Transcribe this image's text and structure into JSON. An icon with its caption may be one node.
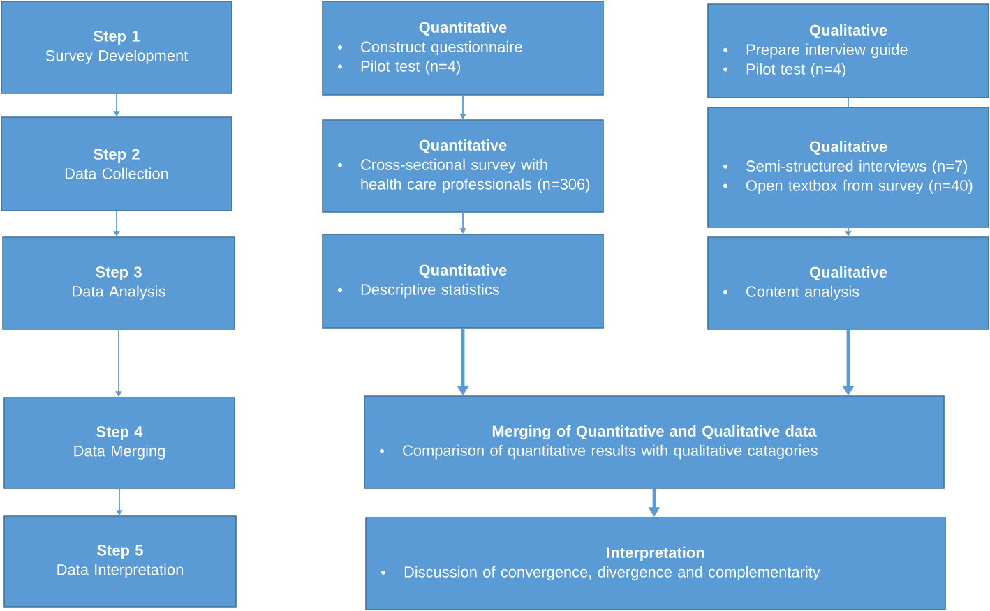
{
  "diagram": {
    "nodes": [
      {
        "text": [
          "Step 1",
          "Survey Development"
        ]
      },
      {
        "text": [
          "Quantitative",
          "Construct questionnaire",
          "Pilot test (n=4)"
        ]
      },
      {
        "text": [
          "Qualitative",
          "Prepare interview guide",
          "Pilot test (n=4)"
        ]
      },
      {
        "text": [
          "Step 2",
          "Data Collection"
        ]
      },
      {
        "text": [
          "Quantitative",
          "Cross-sectional survey with health care professionals (n=306)"
        ]
      },
      {
        "text": [
          "Qualitative",
          "Semi-structured interviews (n=7)",
          "Open textbox from survey (n=40)"
        ]
      },
      {
        "text": [
          "Step 3",
          "Data Analysis"
        ]
      },
      {
        "text": [
          "Quantitative",
          "Descriptive statistics"
        ]
      },
      {
        "text": [
          "Qualitative",
          "Content analysis"
        ]
      },
      {
        "text": [
          "Step 4",
          "Data Merging"
        ]
      },
      {
        "text": [
          "Merging of Quantitative and Qualitative data",
          "Comparison of quantitative results with qualitative catagories"
        ]
      },
      {
        "text": [
          "Step 5",
          "Data Interpretation"
        ]
      },
      {
        "text": [
          "Interpretation",
          "Discussion of convergence, divergence and complementarity"
        ]
      }
    ],
    "edges": [
      {
        "from": 0,
        "to": 3,
        "arrow": "to"
      },
      {
        "from": 3,
        "to": 6,
        "arrow": "to"
      },
      {
        "from": 6,
        "to": 9,
        "arrow": "to"
      },
      {
        "from": 9,
        "to": 11,
        "arrow": "to"
      },
      {
        "from": 1,
        "to": 4,
        "arrow": "to"
      },
      {
        "from": 4,
        "to": 7,
        "arrow": "to"
      },
      {
        "from": 2,
        "to": 5,
        "arrow": "none"
      },
      {
        "from": 5,
        "to": 8,
        "arrow": "to"
      },
      {
        "from": 7,
        "to": 10,
        "arrow": "to",
        "style": "thick"
      },
      {
        "from": 8,
        "to": 10,
        "arrow": "to",
        "style": "thick"
      },
      {
        "from": 10,
        "to": 12,
        "arrow": "to",
        "style": "thick"
      }
    ]
  }
}
